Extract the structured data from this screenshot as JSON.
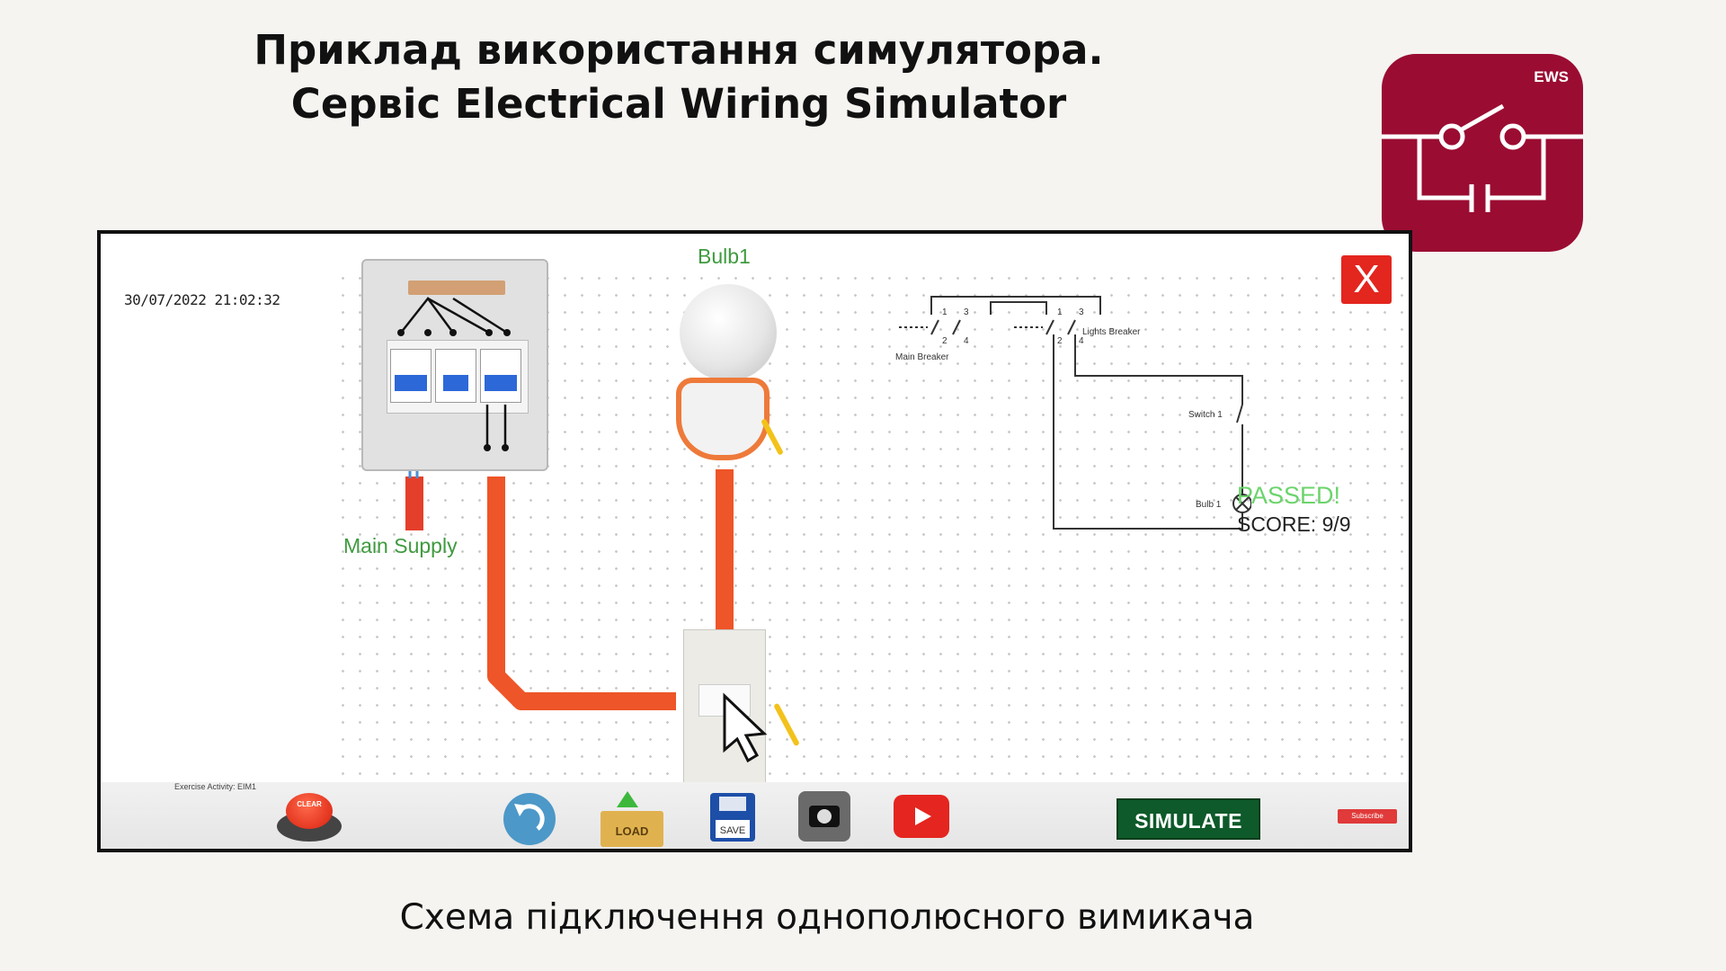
{
  "slide": {
    "title_line1": "Приклад використання симулятора.",
    "title_line2": "Сервіс Electrical Wiring Simulator",
    "caption": "Схема підключення однополюсного вимикача"
  },
  "logo": {
    "text": "EWS",
    "color": "#9b0c32"
  },
  "simulator": {
    "timestamp": "30/07/2022 21:02:32",
    "main_supply_label": "Main Supply",
    "bulb_label": "Bulb1",
    "close_label": "X",
    "result": {
      "status": "PASSED!",
      "score": "SCORE: 9/9"
    },
    "schematic": {
      "main_breaker": "Main Breaker",
      "lights_breaker": "Lights Breaker",
      "switch": "Switch 1",
      "bulb": "Bulb 1",
      "t1": "1",
      "t2": "2",
      "t3": "3",
      "t4": "4"
    },
    "toolbar": {
      "exercise": "Exercise Activity: EIM1",
      "clear": "CLEAR",
      "load": "LOAD",
      "save": "SAVE",
      "simulate": "SIMULATE",
      "subscribe": "Subscribe"
    },
    "colors": {
      "conduit": "#ee5528",
      "passed": "#6bd46b",
      "close": "#e3261e",
      "simulate": "#0e5a2a"
    }
  }
}
